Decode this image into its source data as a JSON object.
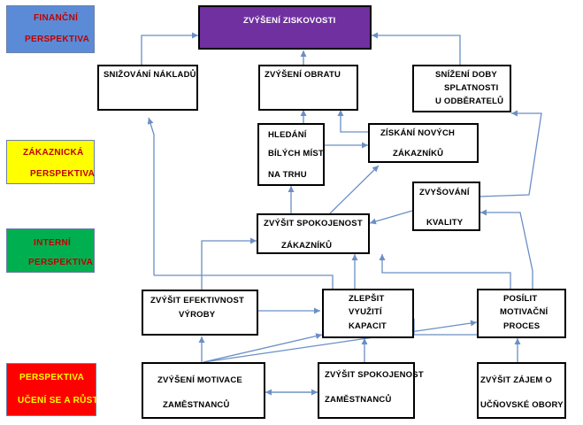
{
  "perspectives": {
    "financni": {
      "line1": "FINANČNÍ",
      "line2": "PERSPEKTIVA"
    },
    "zakaznicka": {
      "line1": "ZÁKAZNICKÁ",
      "line2": "PERSPEKTIVA"
    },
    "interni": {
      "line1": "INTERNÍ",
      "line2": "PERSPEKTIVA"
    },
    "uceni": {
      "line1": "PERSPEKTIVA",
      "line2": "UČENÍ SE A RŮST"
    }
  },
  "colors": {
    "financni": "#5b8bd6",
    "zakaznicka": "#ffff00",
    "interni": "#00b050",
    "uceni": "#ff0000",
    "goal": "#7030a0",
    "arrow": "#6a8fc4"
  },
  "nodes": {
    "zvyseni_ziskovosti": {
      "line1": "ZVÝŠENÍ ZISKOVOSTI"
    },
    "snizovani_nakladu": {
      "line1": "SNIŽOVÁNÍ NÁKLADŮ"
    },
    "zvyseni_obratu": {
      "line1": "ZVÝŠENÍ OBRATU"
    },
    "snizeni_doby": {
      "line1": "SNÍŽENÍ DOBY",
      "line2": "SPLATNOSTI",
      "line3": "U ODBĚRATELŮ"
    },
    "hledani_mist": {
      "line1": "HLEDÁNÍ",
      "line2": "BÍLÝCH MÍST",
      "line3": "NA TRHU"
    },
    "ziskani_zakazniku": {
      "line1": "ZÍSKÁNÍ NOVÝCH",
      "line2": "ZÁKAZNÍKŮ"
    },
    "zvysovani_kvality": {
      "line1": "ZVYŠOVÁNÍ",
      "line2": "KVALITY"
    },
    "zvysit_spokojenost_zak": {
      "line1": "ZVÝŠIT SPOKOJENOST",
      "line2": "ZÁKAZNÍKŮ"
    },
    "zvysit_efektivnost": {
      "line1": "ZVÝŠIT EFEKTIVNOST",
      "line2": "VÝROBY"
    },
    "zlepsit_kapacit": {
      "line1": "ZLEPŠIT",
      "line2": "VYUŽITÍ",
      "line3": "KAPACIT"
    },
    "posilit_motivacni": {
      "line1": "POSÍLIT",
      "line2": "MOTIVAČNÍ",
      "line3": "PROCES"
    },
    "zvyseni_motivace": {
      "line1": "ZVÝŠENÍ MOTIVACE",
      "line2": "ZAMĚSTNANCŮ"
    },
    "zvysit_spokojenost_zam": {
      "line1": "ZVÝŠIT SPOKOJENOST",
      "line2": "ZAMĚSTNANCŮ"
    },
    "zvysit_zajem": {
      "line1": "ZVÝŠIT ZÁJEM O",
      "line2": "UČŇOVSKÉ OBORY"
    }
  }
}
